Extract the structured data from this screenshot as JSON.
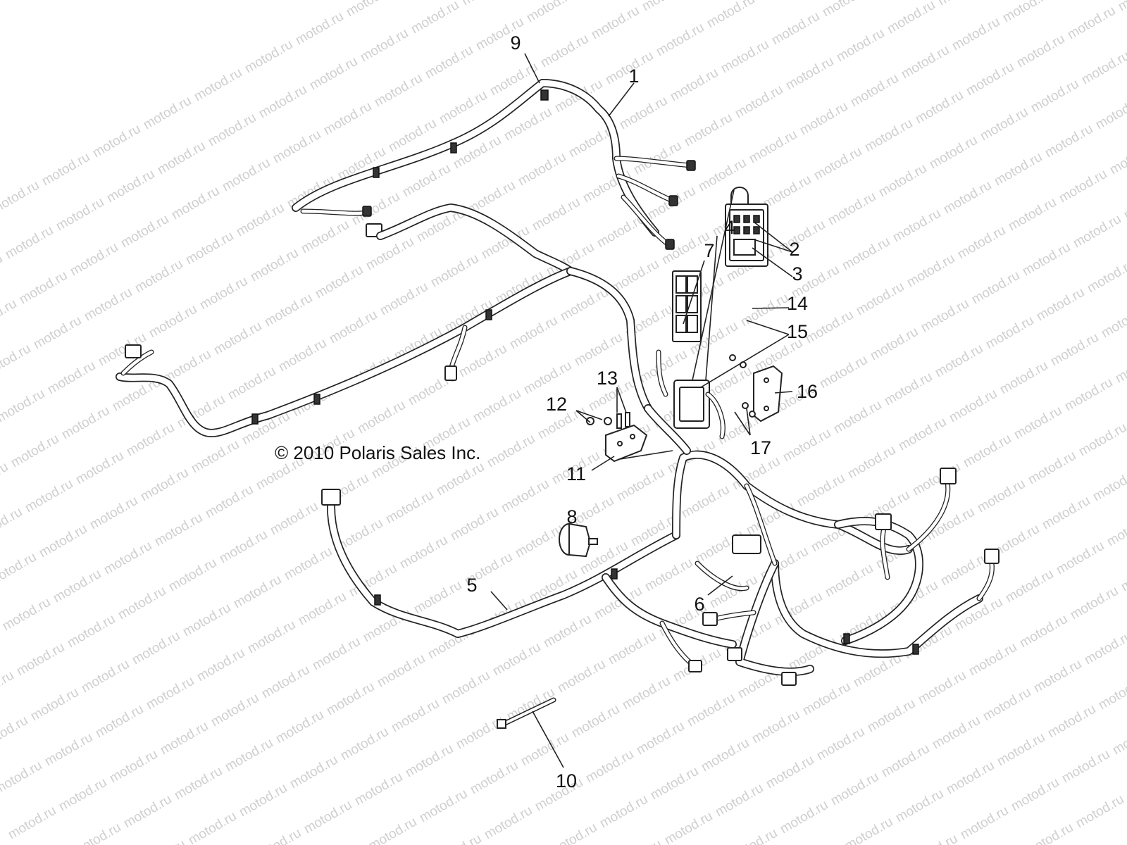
{
  "diagram": {
    "watermark_text": "motod.ru",
    "copyright": "© 2010 Polaris Sales Inc.",
    "callouts": [
      {
        "id": "1",
        "label": "1"
      },
      {
        "id": "2",
        "label": "2"
      },
      {
        "id": "3",
        "label": "3"
      },
      {
        "id": "4",
        "label": "4"
      },
      {
        "id": "5",
        "label": "5"
      },
      {
        "id": "6",
        "label": "6"
      },
      {
        "id": "7",
        "label": "7"
      },
      {
        "id": "8",
        "label": "8"
      },
      {
        "id": "9",
        "label": "9"
      },
      {
        "id": "10",
        "label": "10"
      },
      {
        "id": "11",
        "label": "11"
      },
      {
        "id": "12",
        "label": "12"
      },
      {
        "id": "13",
        "label": "13"
      },
      {
        "id": "14",
        "label": "14"
      },
      {
        "id": "15",
        "label": "15"
      },
      {
        "id": "16",
        "label": "16"
      },
      {
        "id": "17",
        "label": "17"
      }
    ]
  }
}
